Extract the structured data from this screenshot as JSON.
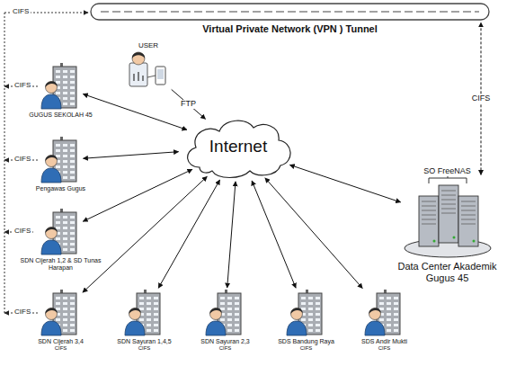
{
  "diagram": {
    "nodes": [
      {
        "text": [
          "Virtual Private Network (VPN ) Tunnel"
        ]
      },
      {
        "text": [
          "USER"
        ]
      },
      {
        "text": [
          "Internet"
        ]
      },
      {
        "text": [
          "GUGUS SEKOLAH 45"
        ]
      },
      {
        "text": [
          "Pengawas Gugus"
        ]
      },
      {
        "text": [
          "SDN Cijerah 1,2 & SD Tunas Harapan"
        ]
      },
      {
        "text": [
          "SDN Cijerah 3,4",
          "CIFS"
        ]
      },
      {
        "text": [
          "SDN Sayuran 1,4,5",
          "CIFS"
        ]
      },
      {
        "text": [
          "SDN Sayuran 2,3",
          "CIFS"
        ]
      },
      {
        "text": [
          "SDS Bandung Raya",
          "CIFS"
        ]
      },
      {
        "text": [
          "SDS Andir Mukti",
          "CIFS"
        ]
      },
      {
        "text": [
          "SO FreeNAS",
          "Data Center Akademik Gugus 45"
        ]
      }
    ],
    "edges": [
      {
        "from": 1,
        "to": 2,
        "label": "FTP",
        "arrow": "to"
      },
      {
        "from": 3,
        "to": 2,
        "arrow": "both"
      },
      {
        "from": 4,
        "to": 2,
        "arrow": "both"
      },
      {
        "from": 5,
        "to": 2,
        "arrow": "both"
      },
      {
        "from": 6,
        "to": 2,
        "arrow": "both"
      },
      {
        "from": 7,
        "to": 2,
        "arrow": "both"
      },
      {
        "from": 8,
        "to": 2,
        "arrow": "both"
      },
      {
        "from": 9,
        "to": 2,
        "arrow": "both"
      },
      {
        "from": 10,
        "to": 2,
        "arrow": "both"
      },
      {
        "from": 11,
        "to": 2,
        "arrow": "both"
      },
      {
        "from": 11,
        "to": 0,
        "label": "CIFS",
        "arrow": "both"
      }
    ],
    "labels": [
      "CIFS",
      "CIFS",
      "CIFS",
      "CIFS",
      "CIFS"
    ]
  }
}
